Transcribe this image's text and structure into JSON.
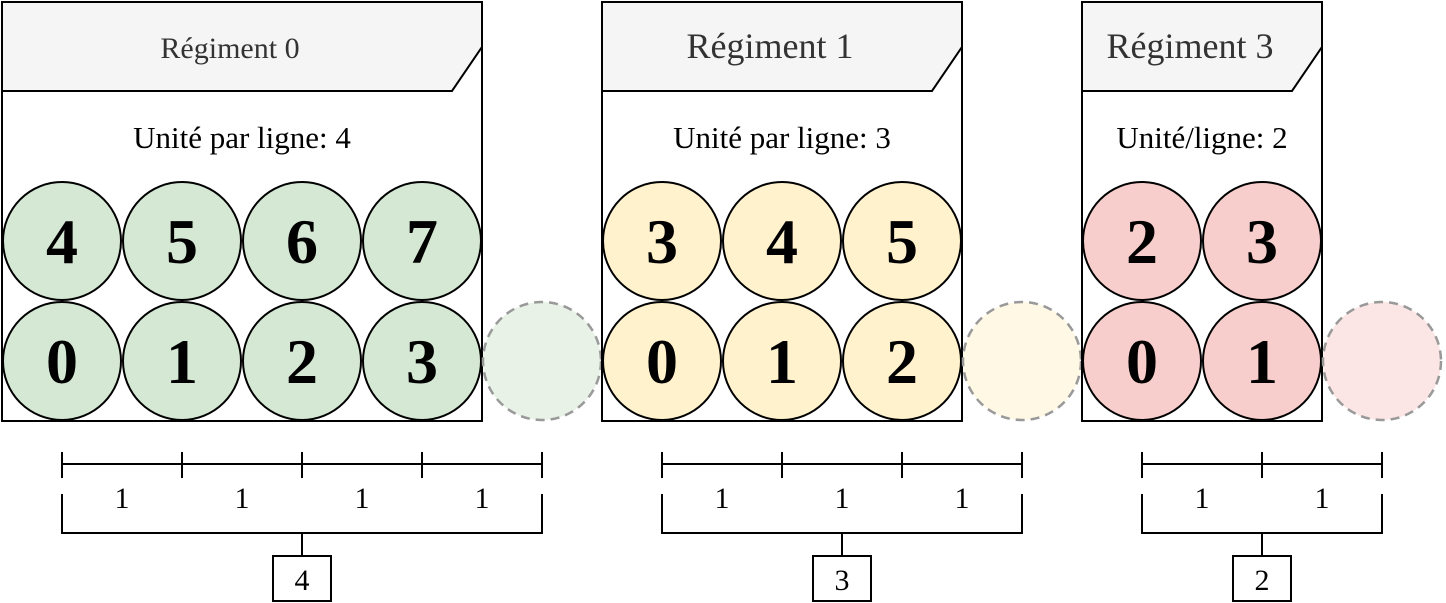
{
  "regiments": [
    {
      "title": "Régiment 0",
      "subtitle": "Unité par ligne: 4",
      "fill": "#d5e8d4",
      "ghost_fill": "#e8f2e7",
      "top_row": [
        "4",
        "5",
        "6",
        "7"
      ],
      "bottom_row": [
        "0",
        "1",
        "2",
        "3"
      ],
      "segments": [
        "1",
        "1",
        "1",
        "1"
      ],
      "total": "4"
    },
    {
      "title": "Régiment 1",
      "subtitle": "Unité par ligne: 3",
      "fill": "#fff2cc",
      "ghost_fill": "#fff8e5",
      "top_row": [
        "3",
        "4",
        "5"
      ],
      "bottom_row": [
        "0",
        "1",
        "2"
      ],
      "segments": [
        "1",
        "1",
        "1"
      ],
      "total": "3"
    },
    {
      "title": "Régiment 3",
      "subtitle": "Unité/ligne: 2",
      "fill": "#f8cecc",
      "ghost_fill": "#fbe6e5",
      "top_row": [
        "2",
        "3"
      ],
      "bottom_row": [
        "0",
        "1"
      ],
      "segments": [
        "1",
        "1"
      ],
      "total": "2"
    }
  ]
}
